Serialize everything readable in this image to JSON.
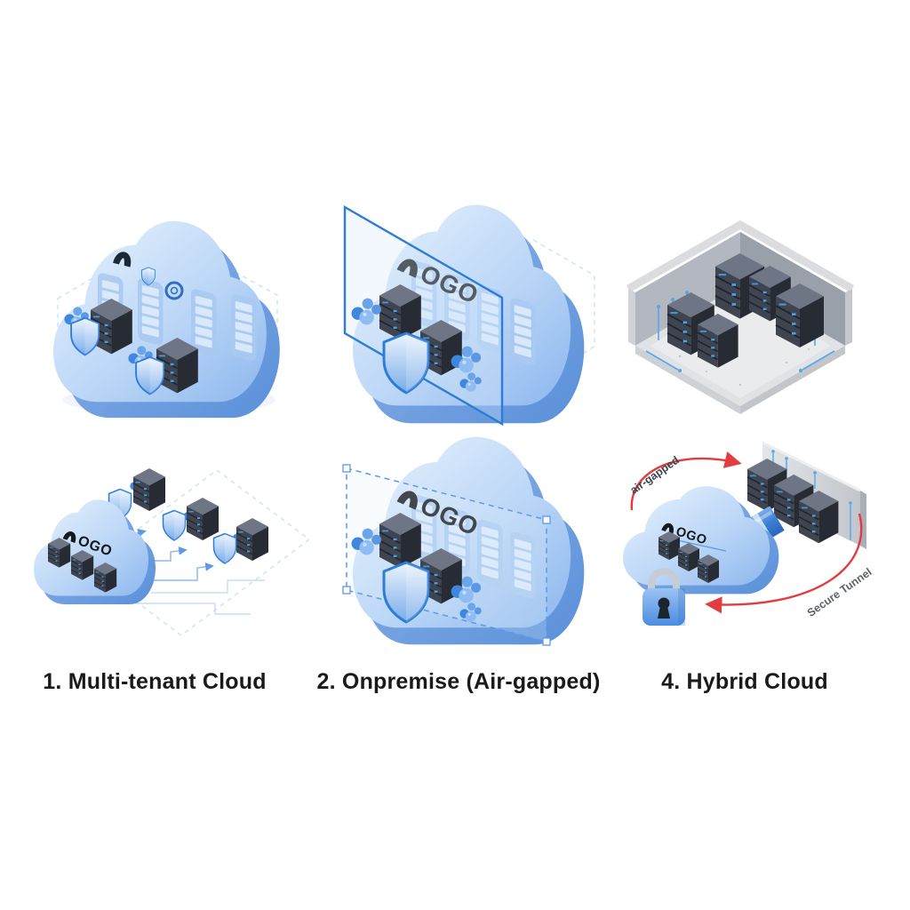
{
  "captions": {
    "multi_tenant": "1. Multi-tenant Cloud",
    "onpremise": "2. Onpremise (Air-gapped)",
    "hybrid": "4. Hybrid Cloud"
  },
  "logo": {
    "text": "OGO"
  },
  "hybrid_annotations": {
    "air_gapped": "air-gapped",
    "secure_tunnel": "Secure Tunnel"
  },
  "colors": {
    "background": "#ffffff",
    "cloud_blue_light": "#e4effc",
    "cloud_blue": "#a4c7f2",
    "cloud_blue_dark": "#6fa0e0",
    "shield_blue": "#2e7cd6",
    "rack_dark": "#3e4450",
    "accent_red": "#e23c41",
    "room_gray": "#b3b8c0",
    "caption_text": "#1a1a1a"
  },
  "icons": [
    "cloud-icon",
    "server-rack-icon",
    "shield-icon",
    "data-nodes-icon",
    "logo-mark-icon",
    "padlock-icon",
    "secure-tunnel-pipe",
    "air-gap-arrow"
  ]
}
